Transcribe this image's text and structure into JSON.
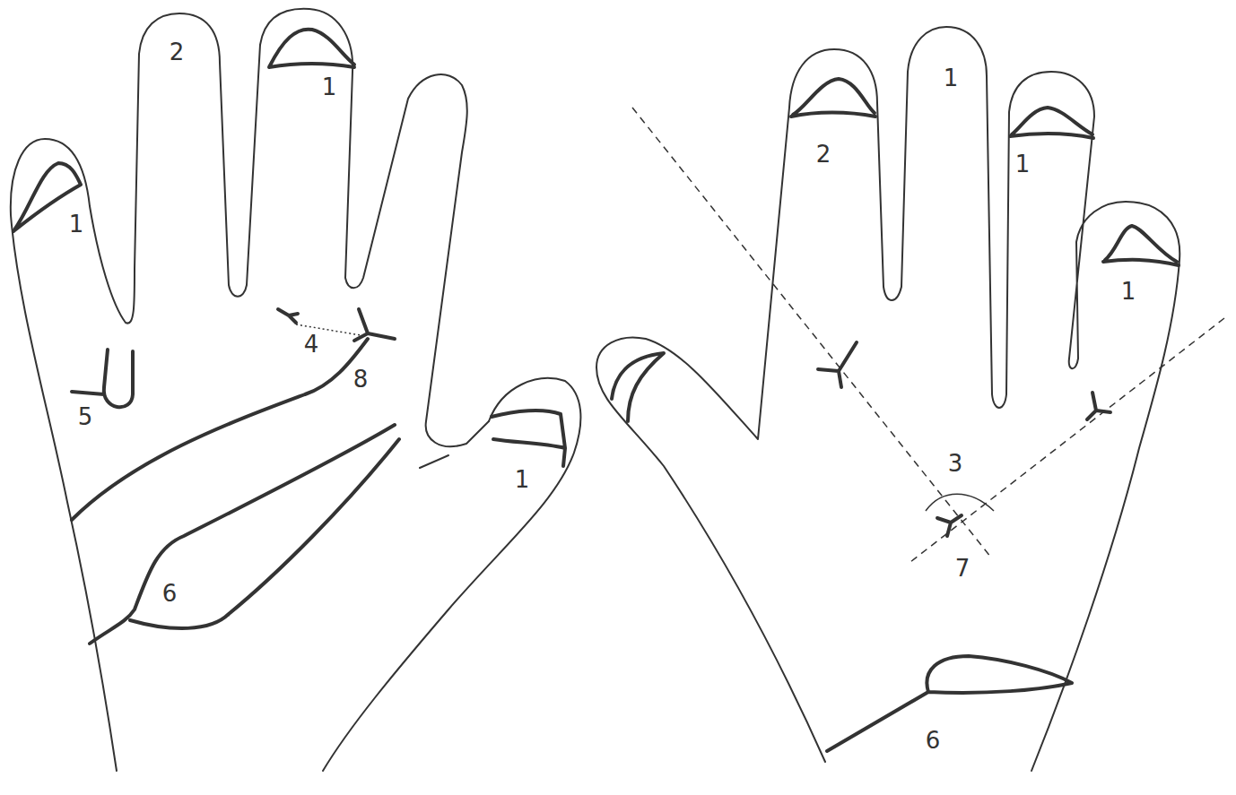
{
  "diagram": {
    "labels": [
      "2",
      "1",
      "1",
      "4",
      "8",
      "5",
      "1",
      "6",
      "2",
      "1",
      "1",
      "1",
      "3",
      "7",
      "6"
    ]
  }
}
